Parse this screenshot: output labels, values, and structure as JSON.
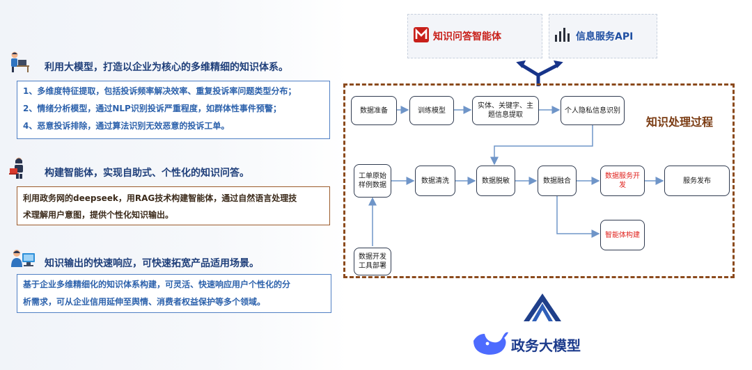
{
  "left": {
    "sections": [
      {
        "title": "利用大模型，打造以企业为核心的多维精细的知识体系。",
        "icon": "person-at-desk-icon",
        "lines": [
          "1、多维度特征提取，包括投诉频率解决效率、重复投诉率问题类型分布；",
          "2、情绪分析模型，通过NLP识别投诉严重程度，如群体性事件预警；",
          "4、恶意投诉排除，通过算法识别无效恶意的投诉工单。"
        ]
      },
      {
        "title": "构建智能体，实现自助式、个性化的知识问答。",
        "icon": "person-with-laptop-icon",
        "lines": [
          "利用政务网的deepseek，用RAG技术构建智能体，通过自然语言处理技",
          "术理解用户意图，提供个性化知识输出。"
        ]
      },
      {
        "title": "知识输出的快速响应，可快速拓宽产品适用场景。",
        "icon": "person-at-monitor-icon",
        "lines": [
          "基于企业多维精细化的知识体系构建，可灵活、快速响应用户个性化的分",
          "析需求，可从企业信用延伸至舆情、消费者权益保护等多个领域。"
        ]
      }
    ]
  },
  "top_boxes": {
    "agent_label": "知识问答智能体",
    "agent_icon": "m-logo-icon",
    "api_label": "信息服务API",
    "api_icon": "bar-signal-icon"
  },
  "process": {
    "title": "知识处理过程",
    "nodes": {
      "data_prep": "数据准备",
      "train": "训练模型",
      "entity": "实体、关键字、主题信息提取",
      "privacy": "个人隐私信息识别",
      "raw": "工单原始样例数据",
      "clean": "数据清洗",
      "desens": "数据脱敏",
      "fuse": "数据融合",
      "service_dev": "数据服务开发",
      "publish": "服务发布",
      "agent_build": "智能体构建",
      "devtools": "数据开发工具部署"
    }
  },
  "bottom": {
    "label": "政务大模型",
    "icon": "whale-logo-icon"
  },
  "colors": {
    "blue_title": "#1f3f7a",
    "blue_text": "#2d62ac",
    "brown": "#8b4a1c",
    "red": "#e0221d",
    "navy": "#1c3b8c"
  }
}
